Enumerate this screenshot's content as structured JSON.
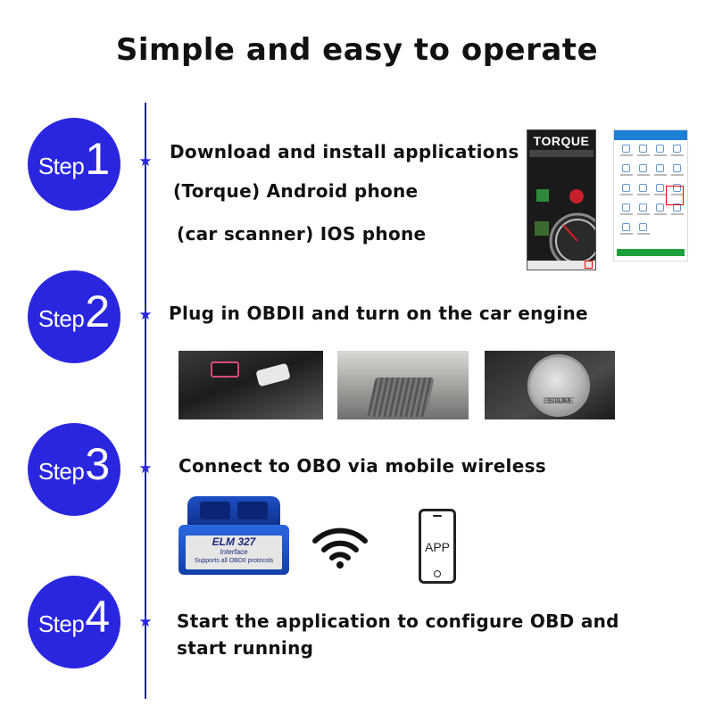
{
  "title": "Simple and easy to operate",
  "steps": [
    {
      "word": "Step",
      "num": "1",
      "lines": [
        "Download and install applications",
        "(Torque)  Android phone",
        "(car scanner) IOS phone"
      ]
    },
    {
      "word": "Step",
      "num": "2",
      "lines": [
        "Plug in OBDII and turn on the car engine"
      ]
    },
    {
      "word": "Step",
      "num": "3",
      "lines": [
        "Connect to OBO via mobile wireless"
      ]
    },
    {
      "word": "Step",
      "num": "4",
      "lines": [
        "Start the application to configure OBD and",
        "start running"
      ]
    }
  ],
  "torque_app": {
    "title": "TORQUE"
  },
  "start_button": {
    "line1": "START",
    "line2": "ENGINE",
    "line3": "STOP"
  },
  "elm_device": {
    "model": "ELM 327",
    "line2": "Interface",
    "line3": "Supports all OBDII protocols"
  },
  "phone": {
    "label": "APP"
  },
  "colors": {
    "accent": "#2a26e0",
    "timeline": "#1d2a8c"
  }
}
